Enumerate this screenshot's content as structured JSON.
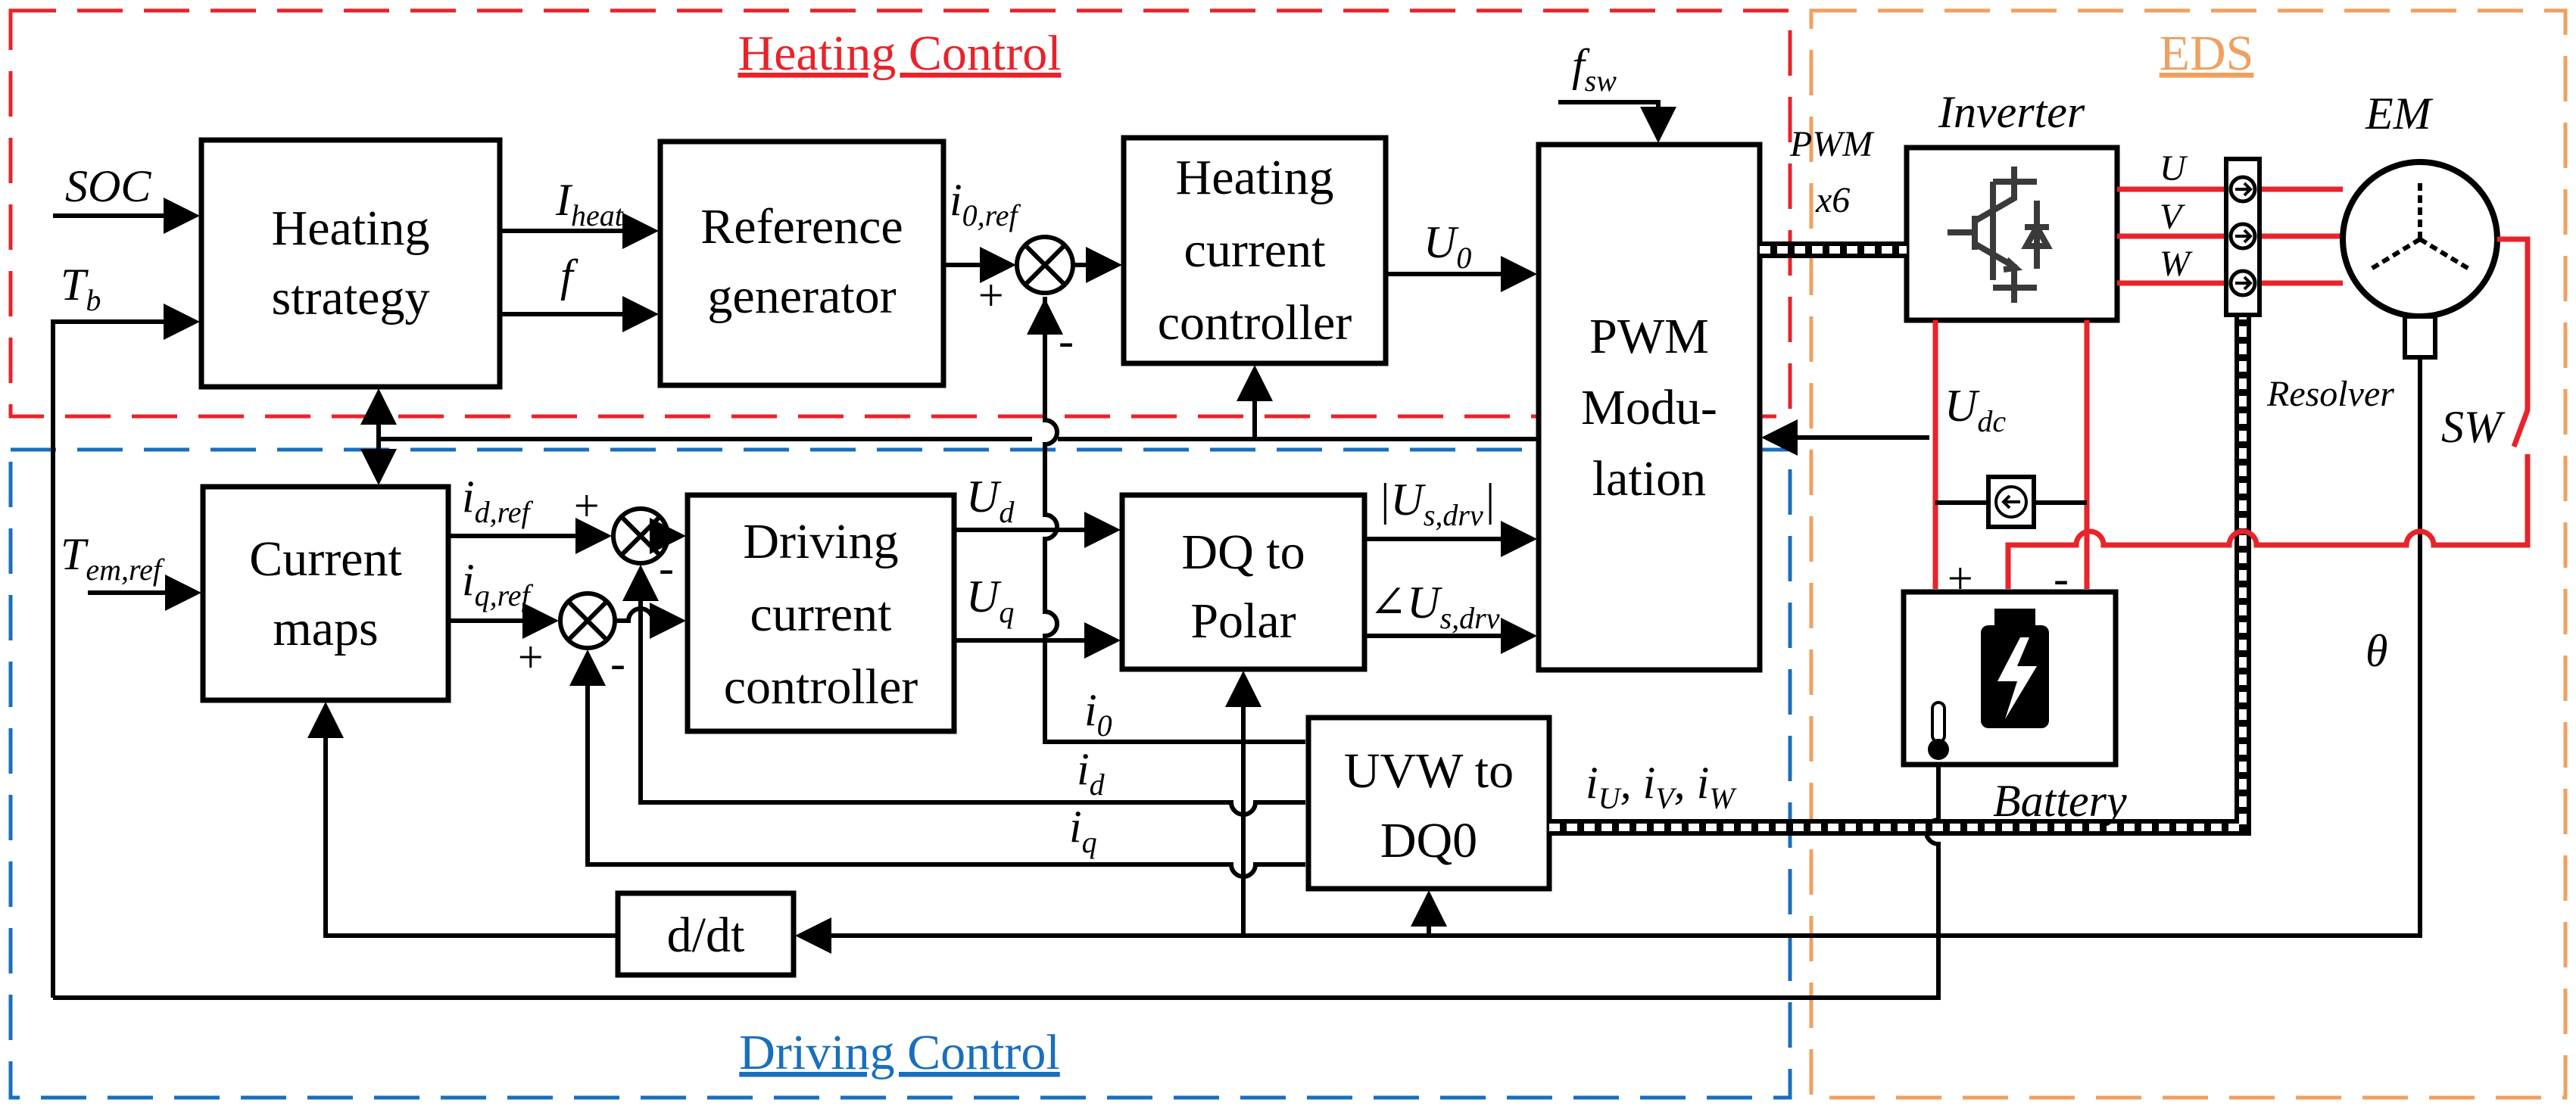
{
  "regions": {
    "heating_control": "Heating Control",
    "driving_control": "Driving Control",
    "eds": "EDS"
  },
  "blocks": {
    "heating_strategy": [
      "Heating",
      "strategy"
    ],
    "reference_generator": [
      "Reference",
      "generator"
    ],
    "heating_current_controller": [
      "Heating",
      "current",
      "controller"
    ],
    "pwm_modulation": [
      "PWM",
      "Modu-",
      "lation"
    ],
    "current_maps": [
      "Current",
      "maps"
    ],
    "driving_current_controller": [
      "Driving",
      "current",
      "controller"
    ],
    "dq_to_polar": [
      "DQ to",
      "Polar"
    ],
    "uvw_to_dq0": [
      "UVW to",
      "DQ0"
    ],
    "ddt": "d/dt"
  },
  "hardware": {
    "inverter": "Inverter",
    "em": "EM",
    "battery": "Battery",
    "resolver": "Resolver",
    "sw": "SW",
    "pwm_x6": [
      "PWM",
      "x6"
    ],
    "phases": [
      "U",
      "V",
      "W"
    ],
    "theta": "θ"
  },
  "signals": {
    "soc": "SOC",
    "tb": "T",
    "tb_sub": "b",
    "i_heat": "I",
    "i_heat_sub": "heat",
    "f": "f",
    "i0_ref": "i",
    "i0_ref_sub": "0,ref",
    "u0": "U",
    "u0_sub": "0",
    "fsw": "f",
    "fsw_sub": "sw",
    "tem_ref": "T",
    "tem_ref_sub": "em,ref",
    "id_ref": "i",
    "id_ref_sub": "d,ref",
    "iq_ref": "i",
    "iq_ref_sub": "q,ref",
    "ud": "U",
    "ud_sub": "d",
    "uq": "U",
    "uq_sub": "q",
    "us_mag": "|U",
    "us_mag_sub": "s,drv",
    "us_mag_end": "|",
    "us_ang": "∠U",
    "us_ang_sub": "s,drv",
    "i0": "i",
    "i0_sub": "0",
    "id": "i",
    "id_sub": "d",
    "iq": "i",
    "iq_sub": "q",
    "iuvw": [
      "i",
      "U",
      ", i",
      "V",
      ", i",
      "W"
    ],
    "udc": "U",
    "udc_sub": "dc"
  },
  "signs": {
    "plus": "+",
    "minus": "-"
  },
  "colors": {
    "heating_border": "#e8232a",
    "driving_border": "#1a6fbd",
    "eds_border": "#f0a060",
    "power_wires": "#e8232a"
  }
}
